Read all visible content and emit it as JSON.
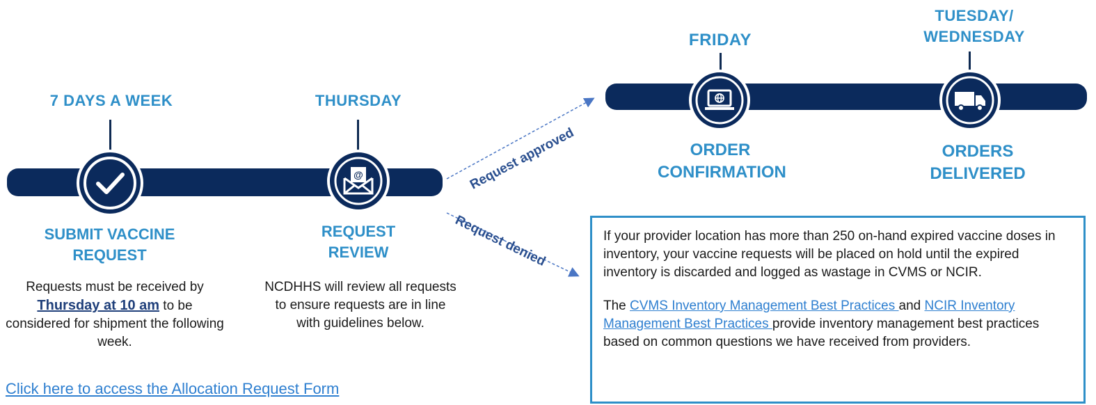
{
  "timeline": {
    "steps": [
      {
        "day": "7 DAYS A WEEK",
        "title": "SUBMIT VACCINE REQUEST",
        "icon": "checkmark-icon",
        "desc_before": "Requests must be received by",
        "desc_strong": "Thursday at 10 am",
        "desc_after": " to be considered for shipment the following week."
      },
      {
        "day": "THURSDAY",
        "title": "REQUEST REVIEW",
        "icon": "email-envelope-icon",
        "desc": "NCDHHS will review all requests to ensure requests are in line with guidelines below."
      },
      {
        "day": "FRIDAY",
        "title": "ORDER CONFIRMATION",
        "icon": "laptop-globe-icon"
      },
      {
        "day_line1": "TUESDAY/",
        "day_line2": "WEDNESDAY",
        "title": "ORDERS DELIVERED",
        "icon": "delivery-truck-icon"
      }
    ],
    "branches": {
      "approved": "Request approved",
      "denied": "Request denied"
    }
  },
  "link": {
    "allocation_form": "Click here to access the Allocation Request Form"
  },
  "note": {
    "para1": "If your provider location has more than 250 on-hand expired vaccine doses in inventory, your vaccine requests will be placed on hold until the expired inventory is discarded and logged as wastage in CVMS or NCIR.",
    "para2_prefix": "The ",
    "link1": "CVMS Inventory Management Best Practices ",
    "para2_mid": "and  ",
    "link2": "NCIR Inventory Management Best Practices ",
    "para2_suffix": "provide inventory management best practices based on common questions we have received from providers."
  },
  "colors": {
    "navy": "#0b2a5c",
    "accent_blue": "#2e8fc8",
    "link": "#2e7fd0"
  }
}
